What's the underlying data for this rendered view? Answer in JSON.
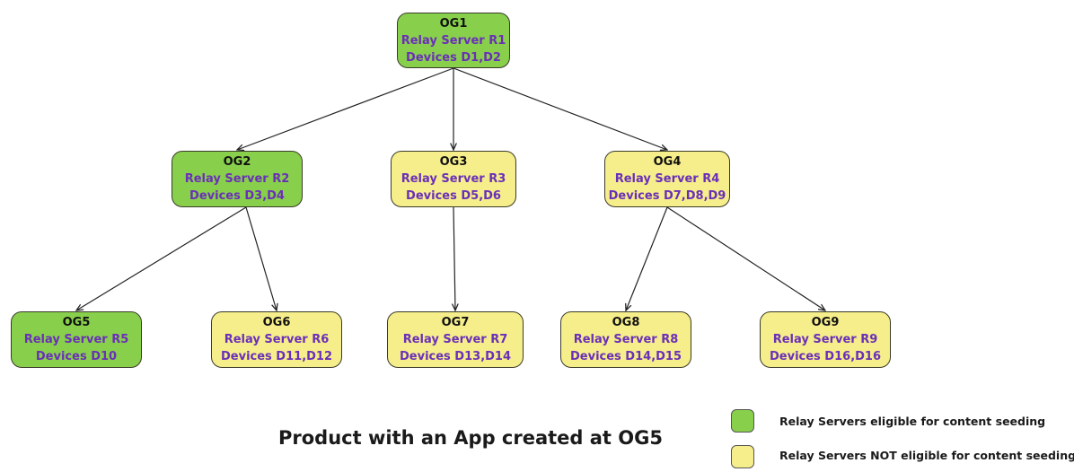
{
  "nodes": [
    {
      "id": "OG1",
      "title": "OG1",
      "relay": "Relay Server R1",
      "devices": "Devices D1,D2",
      "eligible": true
    },
    {
      "id": "OG2",
      "title": "OG2",
      "relay": "Relay Server R2",
      "devices": "Devices D3,D4",
      "eligible": true
    },
    {
      "id": "OG3",
      "title": "OG3",
      "relay": "Relay Server R3",
      "devices": "Devices D5,D6",
      "eligible": false
    },
    {
      "id": "OG4",
      "title": "OG4",
      "relay": "Relay Server R4",
      "devices": "Devices D7,D8,D9",
      "eligible": false
    },
    {
      "id": "OG5",
      "title": "OG5",
      "relay": "Relay Server R5",
      "devices": "Devices D10",
      "eligible": true
    },
    {
      "id": "OG6",
      "title": "OG6",
      "relay": "Relay Server R6",
      "devices": "Devices D11,D12",
      "eligible": false
    },
    {
      "id": "OG7",
      "title": "OG7",
      "relay": "Relay Server R7",
      "devices": "Devices D13,D14",
      "eligible": false
    },
    {
      "id": "OG8",
      "title": "OG8",
      "relay": "Relay Server R8",
      "devices": "Devices D14,D15",
      "eligible": false
    },
    {
      "id": "OG9",
      "title": "OG9",
      "relay": "Relay Server R9",
      "devices": "Devices D16,D16",
      "eligible": false
    }
  ],
  "edges": [
    [
      "OG1",
      "OG2"
    ],
    [
      "OG1",
      "OG3"
    ],
    [
      "OG1",
      "OG4"
    ],
    [
      "OG2",
      "OG5"
    ],
    [
      "OG2",
      "OG6"
    ],
    [
      "OG3",
      "OG7"
    ],
    [
      "OG4",
      "OG8"
    ],
    [
      "OG4",
      "OG9"
    ]
  ],
  "caption": "Product with an App created at OG5",
  "legend": [
    {
      "label": "Relay Servers eligible for content seeding",
      "color": "#88d04b"
    },
    {
      "label": "Relay Servers NOT eligible for content seeding",
      "color": "#f6ee8a"
    }
  ],
  "colors": {
    "eligible": "#88d04b",
    "not_eligible": "#f6ee8a",
    "relay_text": "#6a2fb8"
  }
}
